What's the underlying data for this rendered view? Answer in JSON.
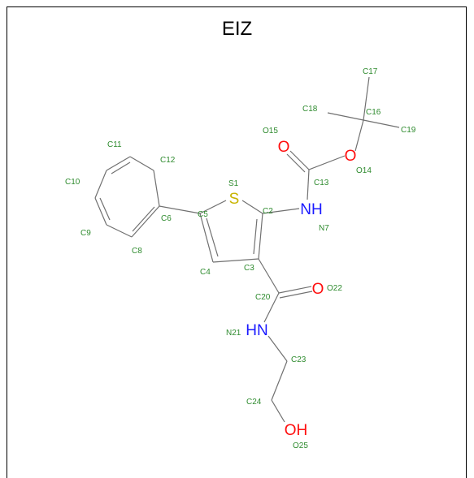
{
  "title": "EIZ",
  "colors": {
    "bond": "#707070",
    "label": "#2e8b2e",
    "nitrogen": "#1a1aff",
    "oxygen": "#ff0d0d",
    "sulfur": "#c8b400"
  },
  "hetero_labels": {
    "s1": "S",
    "nh7": "NH",
    "o15": "O",
    "o14": "O",
    "o22": "O",
    "nh21": "HN",
    "oh25": "OH"
  },
  "atom_labels": {
    "c17": "C17",
    "c18": "C18",
    "c16": "C16",
    "c19": "C19",
    "o15": "O15",
    "o14": "O14",
    "c13": "C13",
    "c11": "C11",
    "c12": "C12",
    "c10": "C10",
    "s1": "S1",
    "c5": "C5",
    "c2": "C2",
    "c6": "C6",
    "n7": "N7",
    "c9": "C9",
    "c8": "C8",
    "c4": "C4",
    "c3": "C3",
    "c20": "C20",
    "o22": "O22",
    "n21": "N21",
    "c23": "C23",
    "c24": "C24",
    "o25": "O25"
  }
}
